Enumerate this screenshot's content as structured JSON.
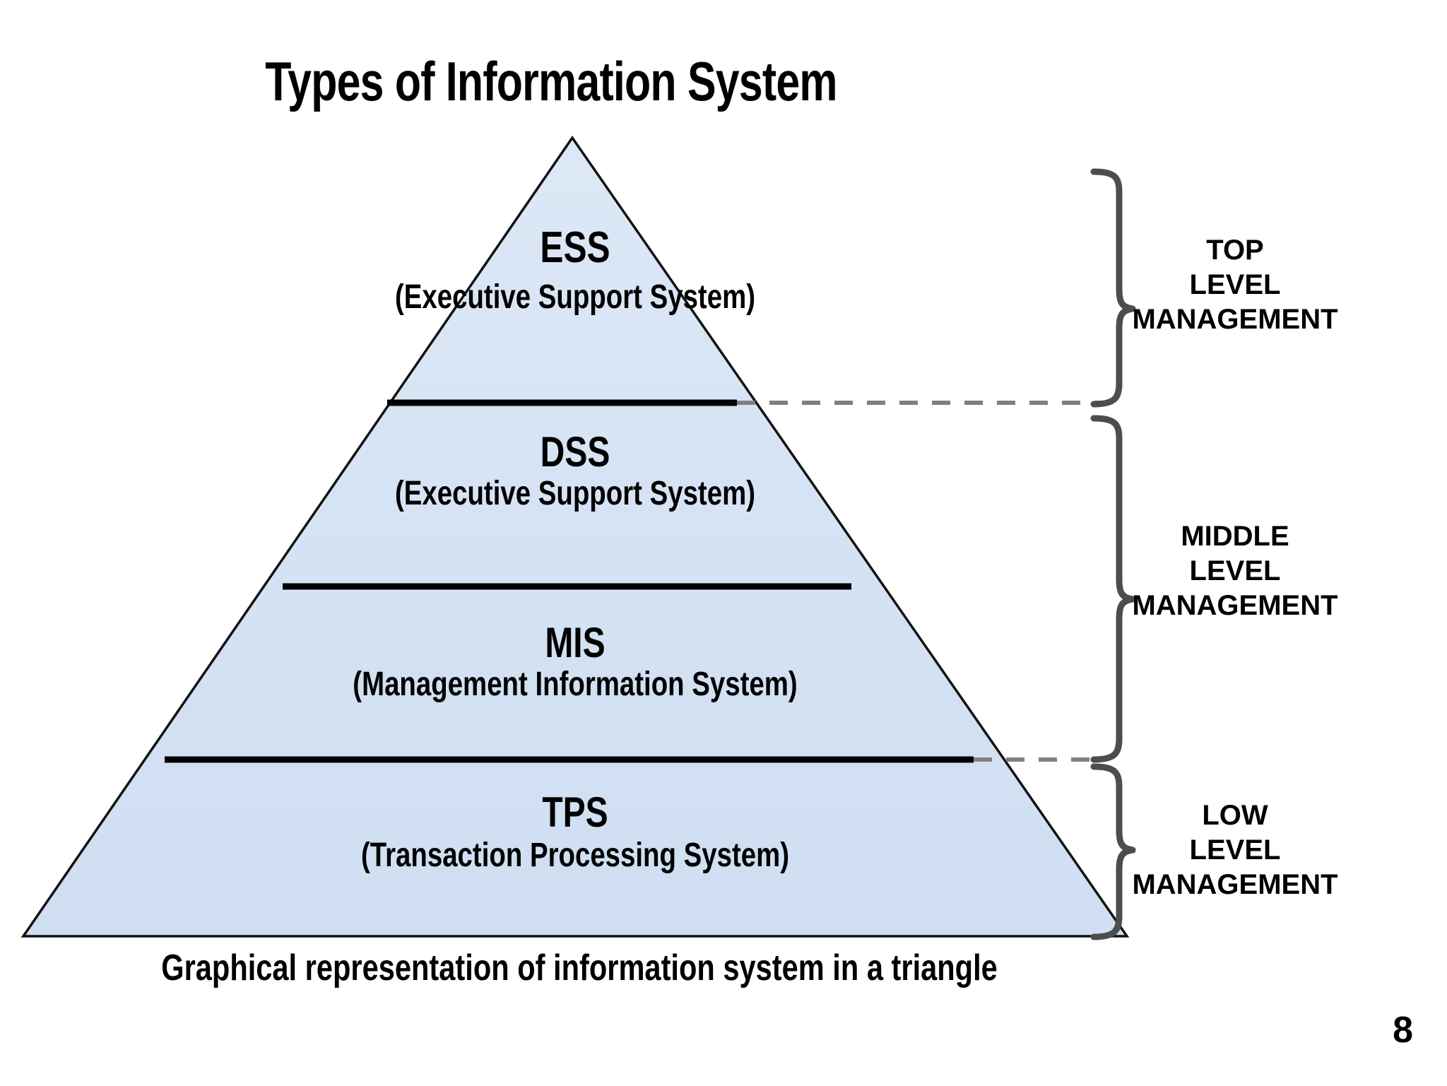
{
  "slide": {
    "title": "Types of Information System",
    "caption": "Graphical representation of information system in a triangle",
    "page_number": "8"
  },
  "chart_data": {
    "type": "pyramid-diagram",
    "title": "Types of Information System",
    "subtitle": "Graphical representation of information system in a triangle",
    "orientation": "apex-top",
    "shape_fill": "#d6e3f3",
    "shape_stroke": "#000000",
    "divider_color": "#000000",
    "brace_color": "#4d4d4d",
    "dashed_connector_color": "#808080",
    "levels": [
      {
        "rank": 1,
        "acronym": "ESS",
        "full_name": "(Executive Support System)",
        "management_tier": "TOP LEVEL MANAGEMENT"
      },
      {
        "rank": 2,
        "acronym": "DSS",
        "full_name": "(Executive Support System)",
        "management_tier": "MIDDLE LEVEL MANAGEMENT"
      },
      {
        "rank": 3,
        "acronym": "MIS",
        "full_name": "(Management Information  System)",
        "management_tier": "MIDDLE LEVEL MANAGEMENT"
      },
      {
        "rank": 4,
        "acronym": "TPS",
        "full_name": "(Transaction Processing System)",
        "management_tier": "LOW LEVEL MANAGEMENT"
      }
    ],
    "management_brackets": [
      {
        "id": "top",
        "lines": [
          "TOP",
          "LEVEL",
          "MANAGEMENT"
        ],
        "covers": [
          "ESS"
        ]
      },
      {
        "id": "middle",
        "lines": [
          "MIDDLE",
          "LEVEL",
          "MANAGEMENT"
        ],
        "covers": [
          "DSS",
          "MIS"
        ]
      },
      {
        "id": "low",
        "lines": [
          "LOW",
          "LEVEL",
          "MANAGEMENT"
        ],
        "covers": [
          "TPS"
        ]
      }
    ]
  },
  "pyramid": {
    "ess": {
      "acronym": "ESS",
      "full_name": "(Executive Support System)"
    },
    "dss": {
      "acronym": "DSS",
      "full_name": "(Executive Support System)"
    },
    "mis": {
      "acronym": "MIS",
      "full_name": "(Management Information  System)"
    },
    "tps": {
      "acronym": "TPS",
      "full_name": "(Transaction Processing System)"
    }
  },
  "management": {
    "top": {
      "line1": "TOP",
      "line2": "LEVEL",
      "line3": "MANAGEMENT"
    },
    "middle": {
      "line1": "MIDDLE",
      "line2": "LEVEL",
      "line3": "MANAGEMENT"
    },
    "low": {
      "line1": "LOW",
      "line2": "LEVEL",
      "line3": "MANAGEMENT"
    }
  }
}
